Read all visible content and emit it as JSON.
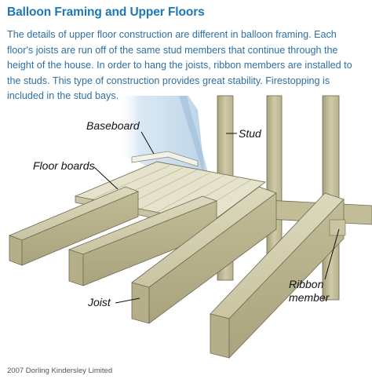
{
  "article": {
    "title": "Balloon Framing and Upper Floors",
    "paragraph": "The details of upper floor construction are different in balloon framing. Each floor's joists are run off of the same stud members that continue through the height of the house. In order to hang the joists, ribbon members are installed to the studs. This type of construction provides great stability. Firestopping is included in the stud bays."
  },
  "illustration": {
    "labels": {
      "baseboard": "Baseboard",
      "stud": "Stud",
      "floor_boards": "Floor boards",
      "joist": "Joist",
      "ribbon_line1": "Ribbon",
      "ribbon_line2": "member"
    },
    "colors": {
      "wood_light": "#d4d0b2",
      "wood_mid": "#bdb791",
      "wood_dark": "#9e9873",
      "floor": "#e3e0c8",
      "wall": "#cfe0ee",
      "outline": "#6e6a52"
    }
  },
  "footer": {
    "copyright": "2007 Dorling Kindersley Limited"
  }
}
